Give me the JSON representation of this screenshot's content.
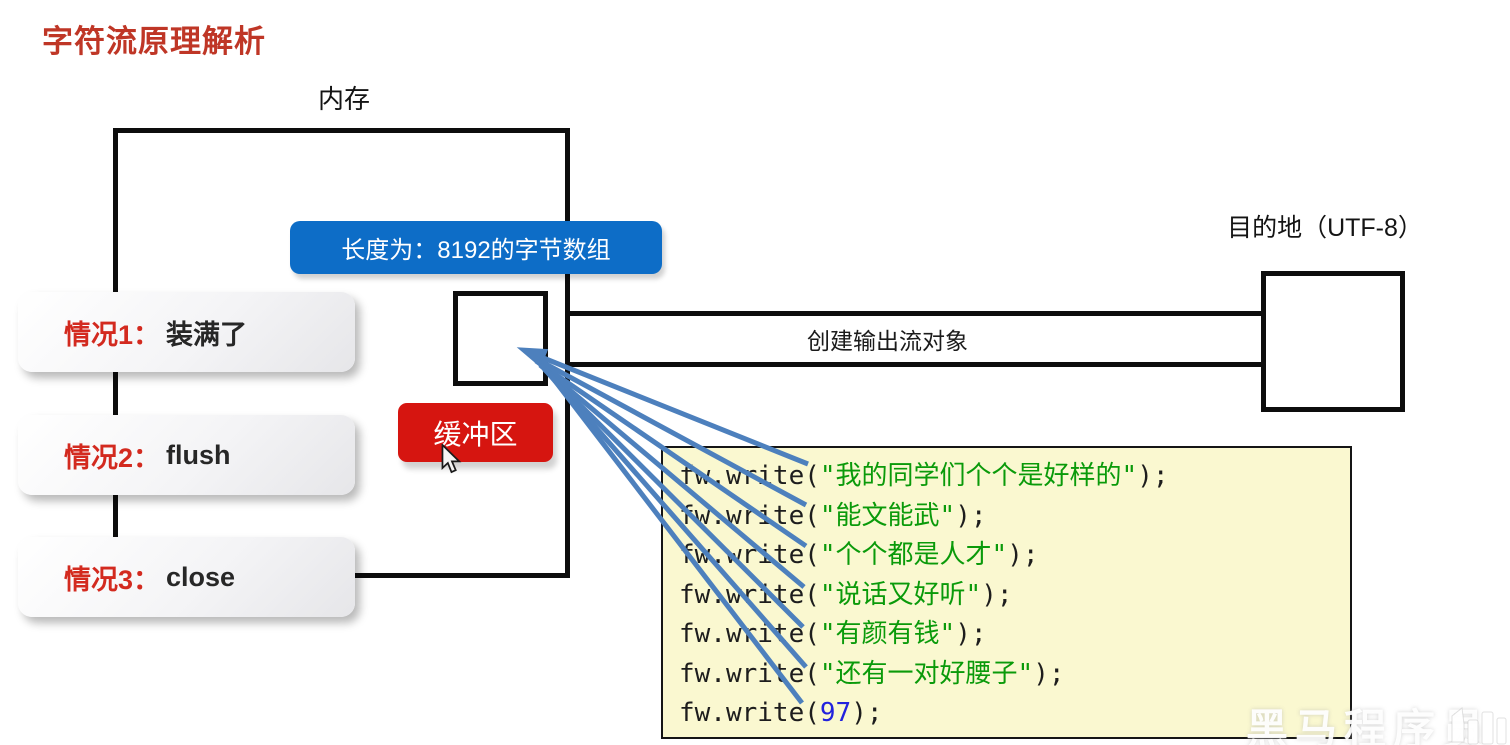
{
  "title": "字符流原理解析",
  "memory": {
    "label": "内存"
  },
  "byte_array_badge": {
    "label": "长度为：8192的字节数组",
    "color": "#0d6dc7"
  },
  "buffer_badge": {
    "label": "缓冲区",
    "color": "#d61510"
  },
  "cases": [
    {
      "prefix": "情况1：",
      "text": "装满了"
    },
    {
      "prefix": "情况2：",
      "text": "flush"
    },
    {
      "prefix": "情况3：",
      "text": "close"
    }
  ],
  "destination": {
    "label": "目的地（UTF-8）"
  },
  "channel": {
    "label": "创建输出流对象"
  },
  "code": {
    "lines": [
      {
        "fn": "fw.write(",
        "arg": "\"我的同学们个个是好样的\"",
        "close": ");"
      },
      {
        "fn": "fw.write(",
        "arg": "\"能文能武\"",
        "close": ");"
      },
      {
        "fn": "fw.write(",
        "arg": "\"个个都是人才\"",
        "close": ");"
      },
      {
        "fn": "fw.write(",
        "arg": "\"说话又好听\"",
        "close": ");"
      },
      {
        "fn": "fw.write(",
        "arg": "\"有颜有钱\"",
        "close": ");"
      },
      {
        "fn": "fw.write(",
        "arg": "\"还有一对好腰子\"",
        "close": ");"
      },
      {
        "fn": "fw.write(",
        "arg": "97",
        "close": ");"
      }
    ]
  },
  "watermark": "黑马程序员",
  "colors": {
    "title_red": "#bf3626",
    "case_red": "#d32a1f",
    "arrow_blue": "#4d80bd",
    "code_bg": "#faf8d0",
    "code_string_green": "#0a9a0a",
    "code_number_blue": "#2222dd",
    "line_black": "#0d0d0d"
  }
}
